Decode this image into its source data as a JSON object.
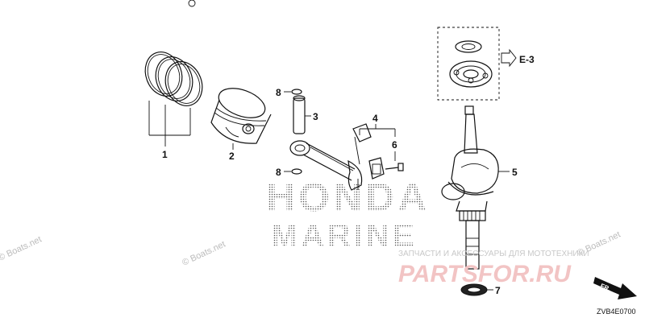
{
  "callouts": {
    "c1": "1",
    "c2": "2",
    "c3": "3",
    "c4": "4",
    "c5": "5",
    "c6": "6",
    "c7": "7",
    "c8a": "8",
    "c8b": "8"
  },
  "section_ref": "E-3",
  "direction_label": "FR.",
  "diagram_code": "ZVB4E0700",
  "brand_text_line1": "HONDA",
  "brand_text_line2": "MARINE",
  "watermark_left": "© Boats.net",
  "watermark_mid": "© Boats.net",
  "watermark_right": "© Boats.net",
  "russian_caption": "ЗАПЧАСТИ И АКСЕССУАРЫ ДЛЯ МОТОТЕХНИКИ",
  "site_logo": "PARTSFOR.RU",
  "colors": {
    "line": "#111111",
    "site_logo": "#f2c4c4",
    "watermark": "#bbbbbb"
  }
}
